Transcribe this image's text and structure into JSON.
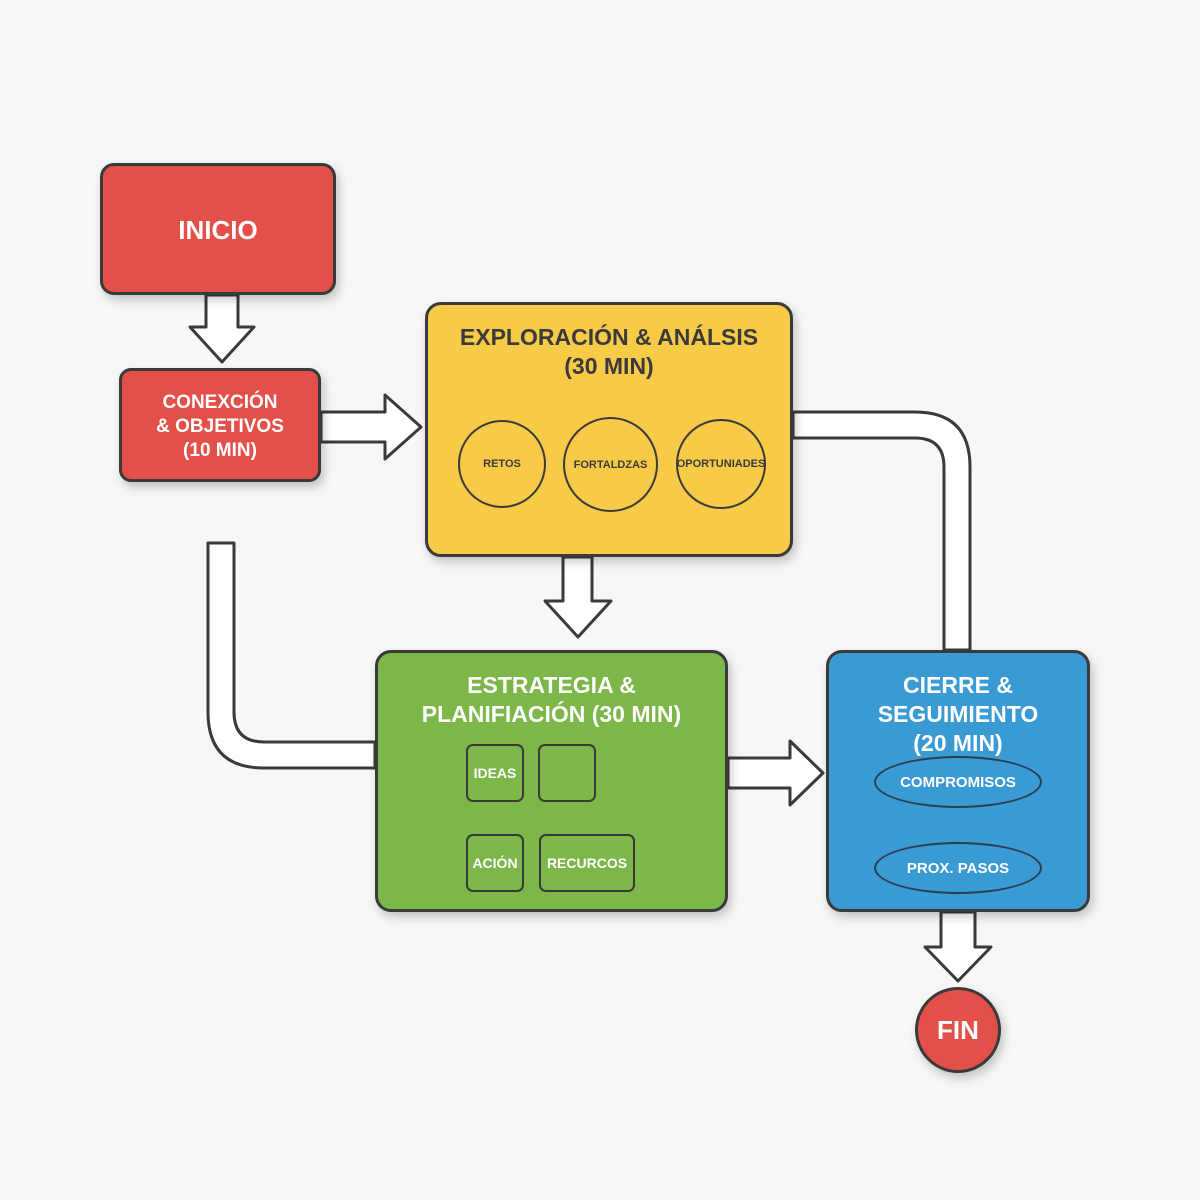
{
  "nodes": {
    "inicio": {
      "label": "INICIO"
    },
    "conexion": {
      "label": "CONEXCIÓN\n& OBJETIVOS\n(10 MIN)"
    },
    "exploracion": {
      "label": "EXPLORACIÓN & ANÁLSIS\n(30 MIN)",
      "items": [
        "RETOS",
        "FORTALDZAS",
        "OPORTUNIADES"
      ]
    },
    "estrategia": {
      "label": "ESTRATEGIA &\nPLANIFIACIÓN (30 MIN)",
      "items": [
        "IDEAS",
        "",
        "ACIÓN",
        "RECURCOS"
      ]
    },
    "cierre": {
      "label": "CIERRE &\nSEGUIMIENTO\n(20 MIN)",
      "items": [
        "COMPROMISOS",
        "PROX. PASOS"
      ]
    },
    "fin": {
      "label": "FIN"
    }
  },
  "colors": {
    "red": "#e3504a",
    "yellow": "#f7ca47",
    "green": "#7db649",
    "blue": "#3a9ad4",
    "outline": "#3a3a3a"
  }
}
